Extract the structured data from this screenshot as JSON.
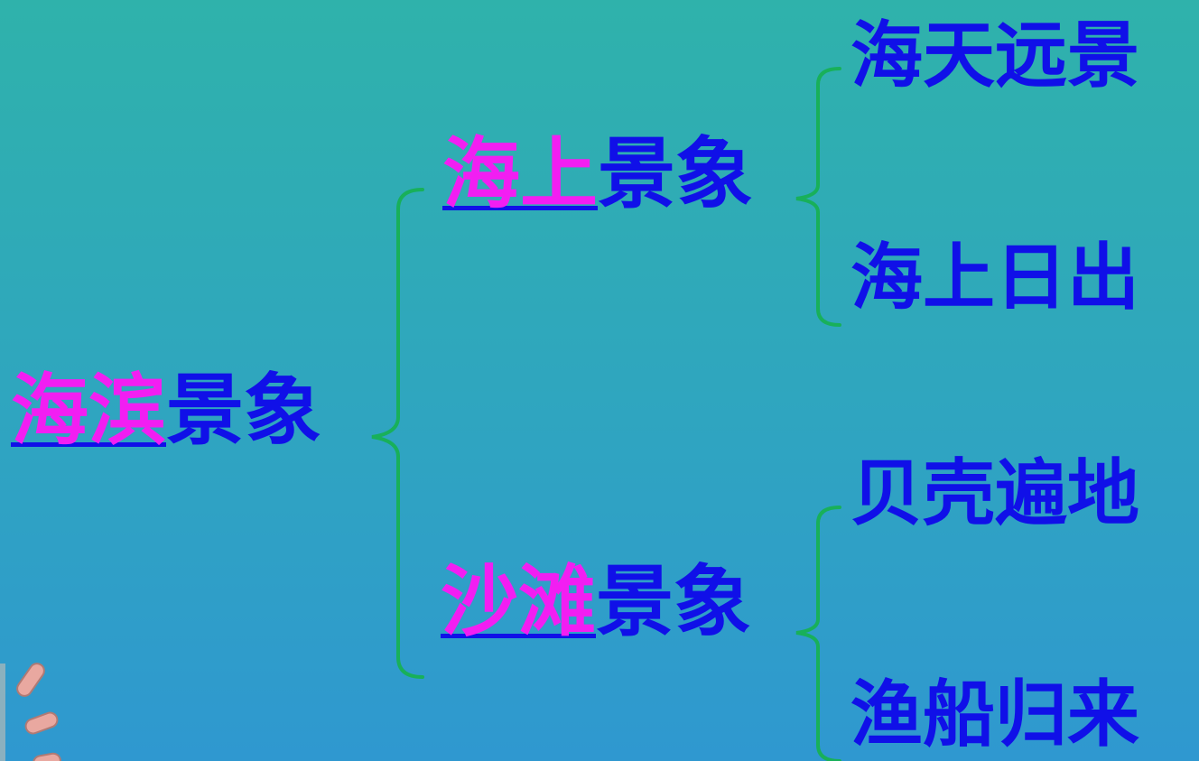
{
  "root": {
    "highlight": "海滨",
    "text": "景象"
  },
  "branches": [
    {
      "highlight": "海上",
      "text": "景象",
      "leaves": [
        "海天远景",
        "海上日出"
      ]
    },
    {
      "highlight": "沙滩",
      "text": "景象",
      "leaves": [
        "贝壳遍地",
        "渔船归来"
      ]
    }
  ],
  "colors": {
    "highlight": "#f21ef2",
    "text": "#1010e8",
    "bracket": "#18b05a"
  }
}
